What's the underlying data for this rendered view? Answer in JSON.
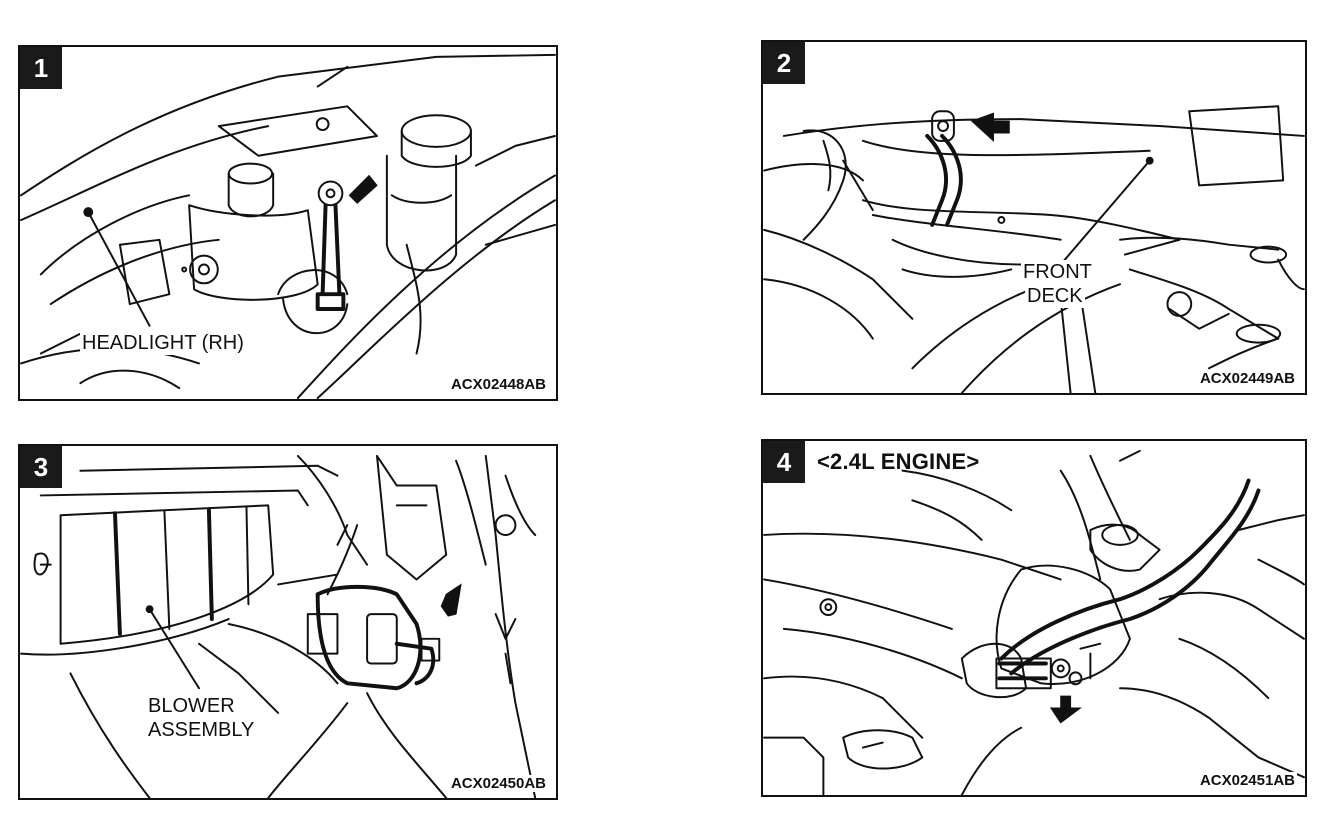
{
  "panels": [
    {
      "number": "1",
      "subtitle": "",
      "callout": "HEADLIGHT (RH)",
      "code": "ACX02448AB"
    },
    {
      "number": "2",
      "subtitle": "",
      "callout_line1": "FRONT",
      "callout_line2": "DECK",
      "code": "ACX02449AB"
    },
    {
      "number": "3",
      "subtitle": "",
      "callout_line1": "BLOWER",
      "callout_line2": "ASSEMBLY",
      "code": "ACX02450AB"
    },
    {
      "number": "4",
      "subtitle": "<2.4L ENGINE>",
      "code": "ACX02451AB"
    }
  ]
}
